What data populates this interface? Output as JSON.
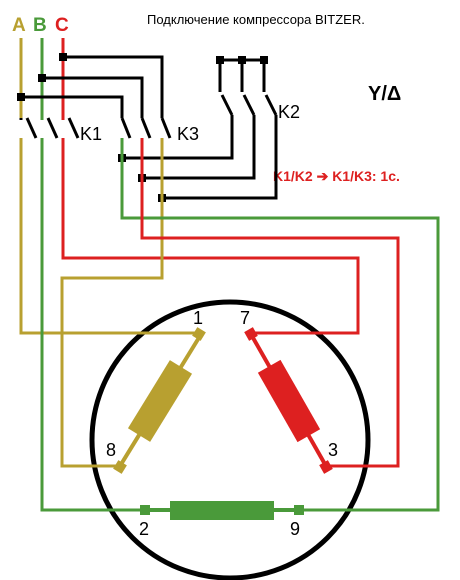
{
  "title": "Подключение компрессора BITZER.",
  "mode": "Y/Δ",
  "timing": "K1/K2 ➔ K1/K3: 1c.",
  "phases": [
    {
      "id": "A",
      "label": "A",
      "color": "#b8a030"
    },
    {
      "id": "B",
      "label": "B",
      "color": "#4a9a3a"
    },
    {
      "id": "C",
      "label": "C",
      "color": "#dd2020"
    }
  ],
  "contactors": {
    "k1": "K1",
    "k2": "K2",
    "k3": "K3"
  },
  "terminals": {
    "t1": "1",
    "t7": "7",
    "t8": "8",
    "t3": "3",
    "t2": "2",
    "t9": "9"
  },
  "colors": {
    "wire_black": "#000000",
    "timing_text": "#dd2020"
  }
}
